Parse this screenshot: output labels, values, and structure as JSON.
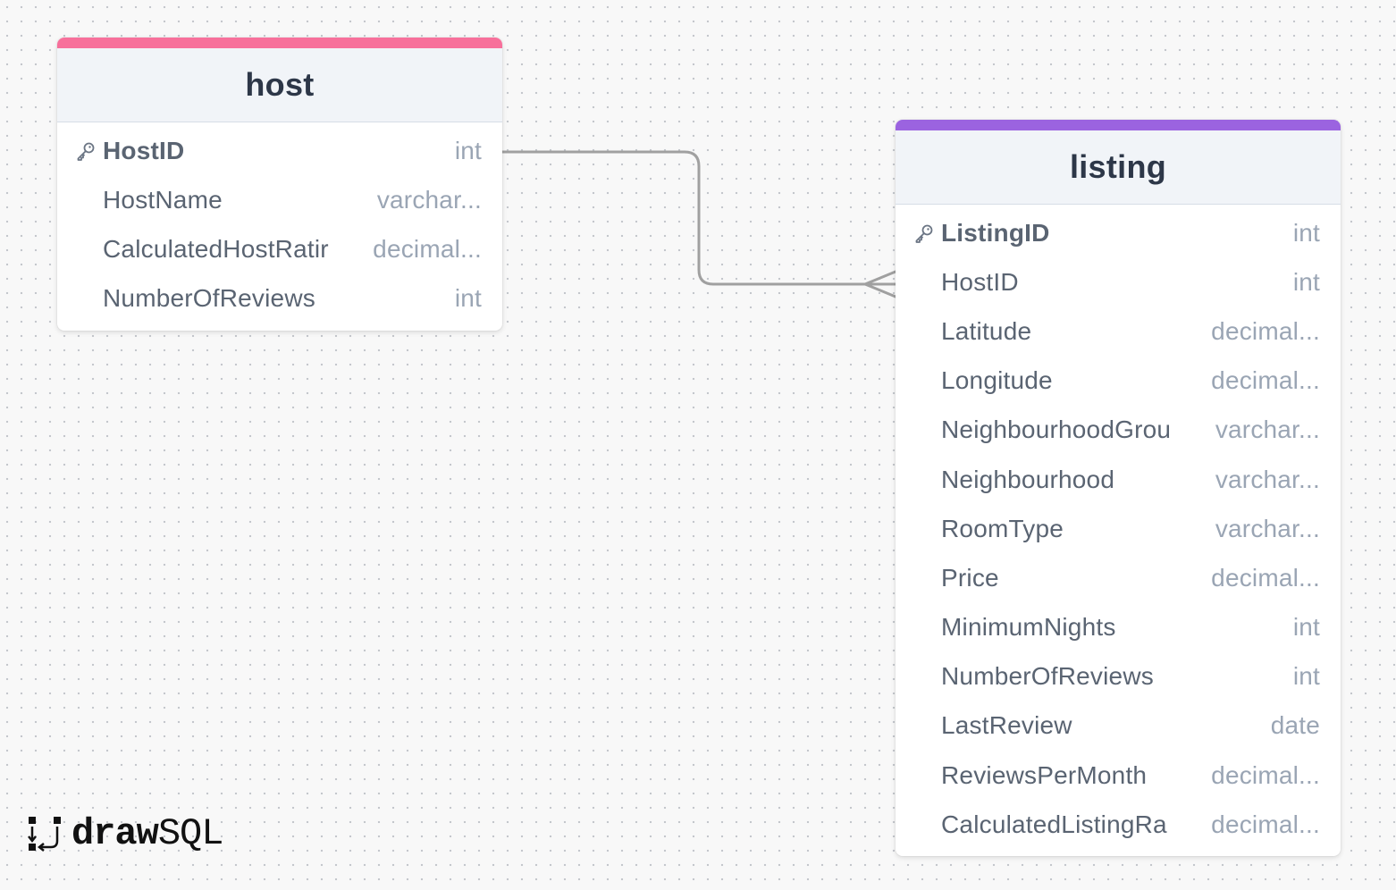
{
  "colors": {
    "host_accent": "#f7709b",
    "listing_accent": "#9b63e0",
    "connector": "#a0a0a0"
  },
  "tables": {
    "host": {
      "name": "host",
      "columns": [
        {
          "name": "HostID",
          "type": "int",
          "primary_key": true
        },
        {
          "name": "HostName",
          "type": "varchar...",
          "primary_key": false
        },
        {
          "name": "CalculatedHostRatir",
          "type": "decimal...",
          "primary_key": false
        },
        {
          "name": "NumberOfReviews",
          "type": "int",
          "primary_key": false
        }
      ]
    },
    "listing": {
      "name": "listing",
      "columns": [
        {
          "name": "ListingID",
          "type": "int",
          "primary_key": true
        },
        {
          "name": "HostID",
          "type": "int",
          "primary_key": false
        },
        {
          "name": "Latitude",
          "type": "decimal...",
          "primary_key": false
        },
        {
          "name": "Longitude",
          "type": "decimal...",
          "primary_key": false
        },
        {
          "name": "NeighbourhoodGrou",
          "type": "varchar...",
          "primary_key": false
        },
        {
          "name": "Neighbourhood",
          "type": "varchar...",
          "primary_key": false
        },
        {
          "name": "RoomType",
          "type": "varchar...",
          "primary_key": false
        },
        {
          "name": "Price",
          "type": "decimal...",
          "primary_key": false
        },
        {
          "name": "MinimumNights",
          "type": "int",
          "primary_key": false
        },
        {
          "name": "NumberOfReviews",
          "type": "int",
          "primary_key": false
        },
        {
          "name": "LastReview",
          "type": "date",
          "primary_key": false
        },
        {
          "name": "ReviewsPerMonth",
          "type": "decimal...",
          "primary_key": false
        },
        {
          "name": "CalculatedListingRa",
          "type": "decimal...",
          "primary_key": false
        }
      ]
    }
  },
  "relationship": {
    "from": "host.HostID",
    "to": "listing.HostID",
    "cardinality": "one-to-many"
  },
  "logo": {
    "bold": "draw",
    "light": "SQL"
  }
}
